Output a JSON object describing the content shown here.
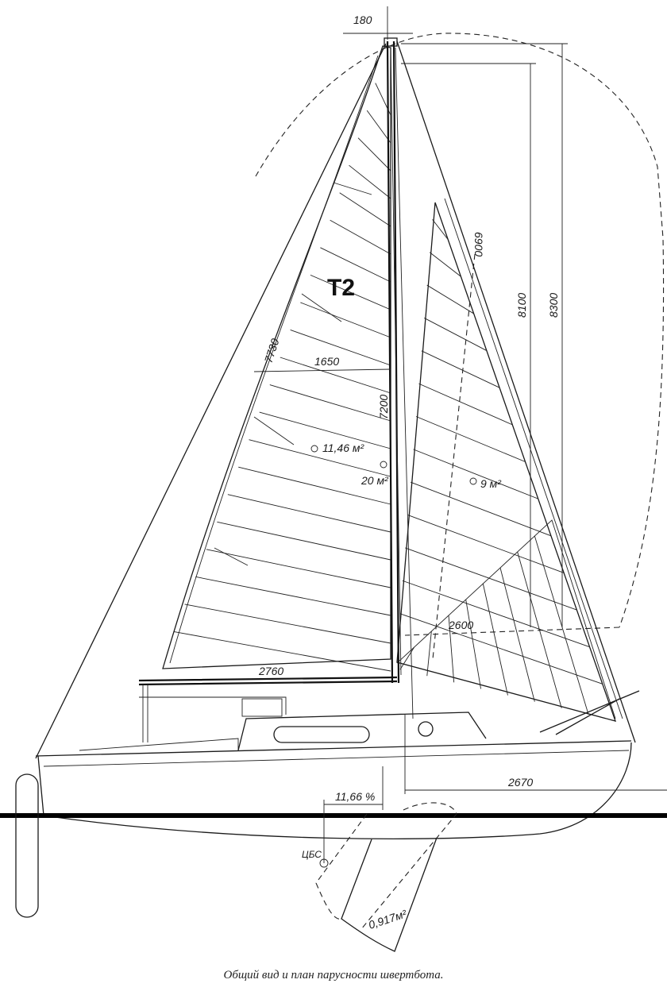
{
  "drawing": {
    "sail_number": "T2",
    "dimensions": {
      "mast_top_width": "180",
      "main_leech": "7730",
      "main_width": "1650",
      "main_luff": "7200",
      "jib_luff": "6900",
      "height_1": "8100",
      "height_2": "8300",
      "jib_foot": "2600",
      "boom": "2760",
      "overhang": "2670",
      "lead": "11,66 %"
    },
    "areas": {
      "main": "11,46 м²",
      "total": "20 м²",
      "jib": "9 м²",
      "centreboard": "0,917м²"
    },
    "clr_label": "ЦБС"
  },
  "caption": "Общий вид и план парусности швертбота."
}
